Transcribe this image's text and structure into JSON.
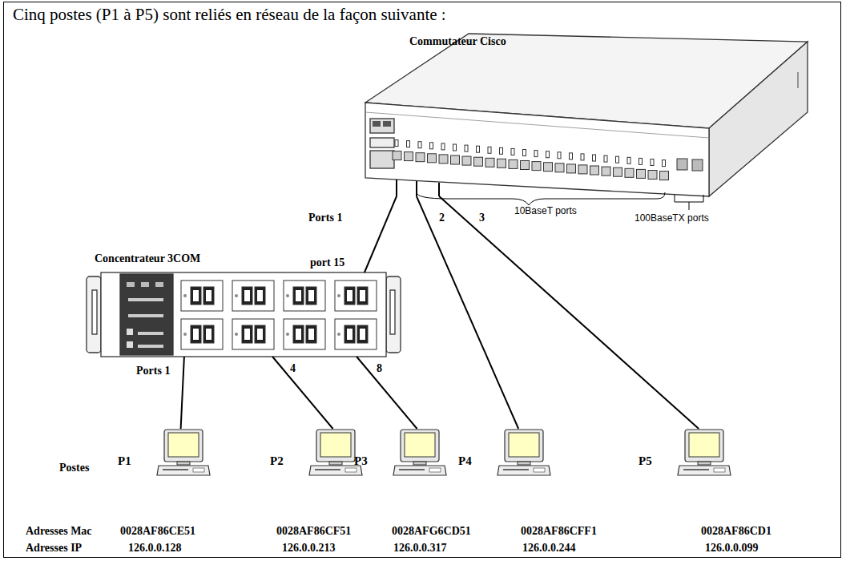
{
  "diagram": {
    "title": "Cinq postes (P1 à P5) sont reliés en réseau de la façon suivante :",
    "nodes": [
      {
        "text": [
          "Commutateur Cisco"
        ]
      },
      {
        "text": [
          "Concentrateur 3COM"
        ]
      },
      {
        "text": [
          "P1"
        ]
      },
      {
        "text": [
          "P2"
        ]
      },
      {
        "text": [
          "P3"
        ]
      },
      {
        "text": [
          "P4"
        ]
      },
      {
        "text": [
          "P5"
        ]
      }
    ],
    "edges": [
      {
        "from": 0,
        "to": 1,
        "arrow": "none"
      },
      {
        "from": 0,
        "to": 5,
        "arrow": "none"
      },
      {
        "from": 0,
        "to": 6,
        "arrow": "none"
      },
      {
        "from": 1,
        "to": 2,
        "arrow": "none"
      },
      {
        "from": 1,
        "to": 3,
        "arrow": "none"
      },
      {
        "from": 1,
        "to": 4,
        "arrow": "none"
      }
    ],
    "labels": [
      "Ports 1",
      "2",
      "3",
      "10BaseT ports",
      "100BaseTX ports",
      "port 15",
      "Ports 1",
      "4",
      "8",
      "Postes",
      "Adresses Mac",
      "0028AF86CE51",
      "0028AF86CF51",
      "0028AFG6CD51",
      "0028AF86CFF1",
      "0028AF86CD1",
      "Adresses IP",
      "126.0.0.128",
      "126.0.0.213",
      "126.0.0.317",
      "126.0.0.244",
      "126.0.0.099"
    ]
  }
}
